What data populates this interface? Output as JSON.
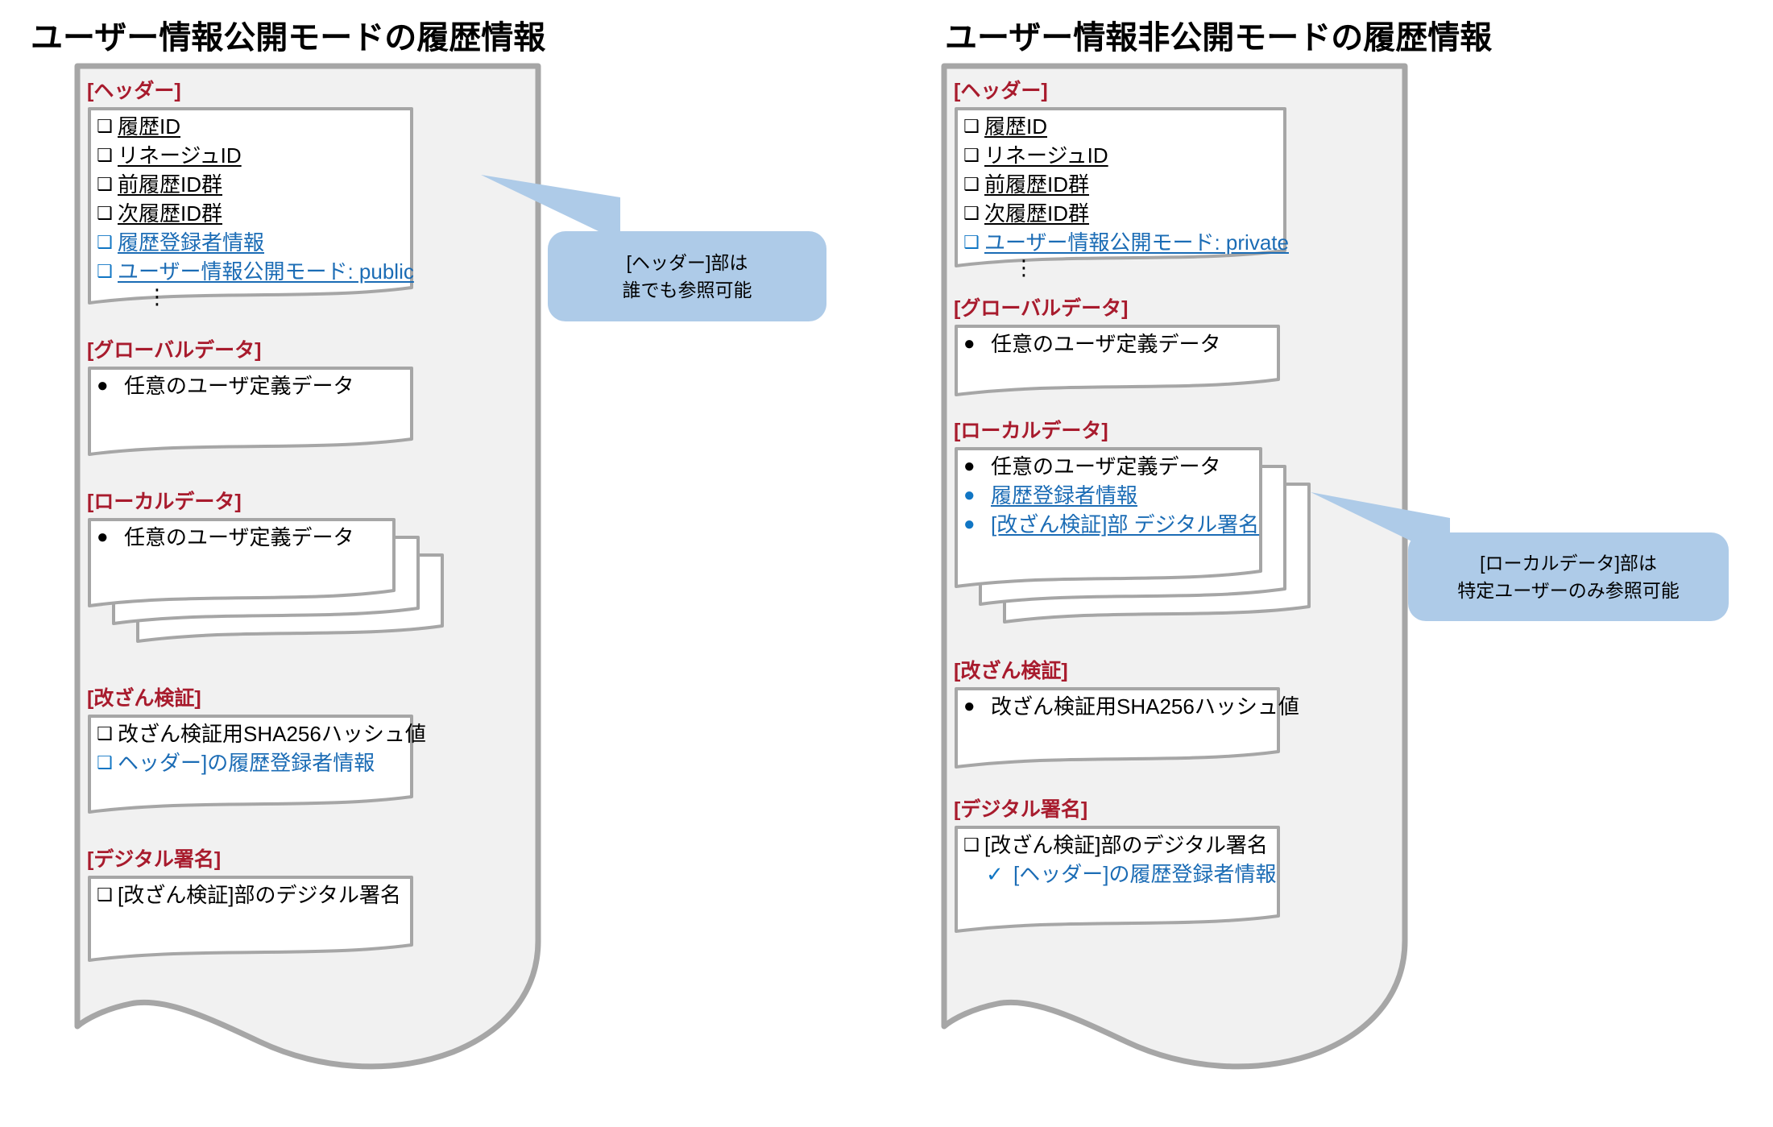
{
  "colors": {
    "section_label": "#A81B2D",
    "link_blue": "#1B6CB5",
    "bullet_blue": "#1176C4",
    "callout_bg": "#AECBE8",
    "scroll_fill": "#F1F1F1",
    "scroll_stroke": "#A6A6A6",
    "card_fill": "#FFFFFF",
    "card_stroke": "#A6A6A6"
  },
  "glyphs": {
    "square": "❑",
    "circle": "●",
    "check": "✓",
    "vdots": "⋮"
  },
  "left_panel": {
    "title": "ユーザー情報公開モードの履歴情報",
    "sections": [
      {
        "label": "[ヘッダー]",
        "items": [
          {
            "bullet": "square",
            "color": "black",
            "underline": true,
            "text": "履歴ID"
          },
          {
            "bullet": "square",
            "color": "black",
            "underline": true,
            "text": "リネージュID"
          },
          {
            "bullet": "square",
            "color": "black",
            "underline": true,
            "text": "前履歴ID群"
          },
          {
            "bullet": "square",
            "color": "black",
            "underline": true,
            "text": "次履歴ID群"
          },
          {
            "bullet": "square",
            "color": "blue",
            "underline": true,
            "text": "履歴登録者情報"
          },
          {
            "bullet": "square",
            "color": "blue",
            "underline": true,
            "text": "ユーザー情報公開モード: public"
          }
        ],
        "ellipsis": "⋮"
      },
      {
        "label": "[グローバルデータ]",
        "items": [
          {
            "bullet": "circle",
            "color": "black",
            "underline": false,
            "text": "任意のユーザ定義データ"
          }
        ]
      },
      {
        "label": "[ローカルデータ]",
        "items": [
          {
            "bullet": "circle",
            "color": "black",
            "underline": false,
            "text": "任意のユーザ定義データ"
          }
        ]
      },
      {
        "label": "[改ざん検証]",
        "items": [
          {
            "bullet": "square",
            "color": "black",
            "underline": false,
            "text": "改ざん検証用SHA256ハッシュ値"
          },
          {
            "bullet": "square",
            "color": "blue",
            "underline": false,
            "text": "ヘッダー]の履歴登録者情報"
          }
        ]
      },
      {
        "label": "[デジタル署名]",
        "items": [
          {
            "bullet": "square",
            "color": "black",
            "underline": false,
            "text": "[改ざん検証]部のデジタル署名"
          }
        ]
      }
    ],
    "callout": {
      "line1": "[ヘッダー]部は",
      "line2": "誰でも参照可能"
    }
  },
  "right_panel": {
    "title": "ユーザー情報非公開モードの履歴情報",
    "sections": [
      {
        "label": "[ヘッダー]",
        "items": [
          {
            "bullet": "square",
            "color": "black",
            "underline": true,
            "text": "履歴ID"
          },
          {
            "bullet": "square",
            "color": "black",
            "underline": true,
            "text": "リネージュID"
          },
          {
            "bullet": "square",
            "color": "black",
            "underline": true,
            "text": "前履歴ID群"
          },
          {
            "bullet": "square",
            "color": "black",
            "underline": true,
            "text": "次履歴ID群"
          },
          {
            "bullet": "square",
            "color": "blue",
            "underline": true,
            "text": "ユーザー情報公開モード: private"
          }
        ],
        "ellipsis": "⋮"
      },
      {
        "label": "[グローバルデータ]",
        "items": [
          {
            "bullet": "circle",
            "color": "black",
            "underline": false,
            "text": "任意のユーザ定義データ"
          }
        ]
      },
      {
        "label": "[ローカルデータ]",
        "items": [
          {
            "bullet": "circle",
            "color": "black",
            "underline": false,
            "text": "任意のユーザ定義データ"
          },
          {
            "bullet": "circle",
            "color": "blue",
            "underline": true,
            "text": "履歴登録者情報"
          },
          {
            "bullet": "circle",
            "color": "blue",
            "underline": true,
            "text": "[改ざん検証]部 デジタル署名"
          }
        ]
      },
      {
        "label": "[改ざん検証]",
        "items": [
          {
            "bullet": "circle",
            "color": "black",
            "underline": false,
            "text": "改ざん検証用SHA256ハッシュ値"
          }
        ]
      },
      {
        "label": "[デジタル署名]",
        "items": [
          {
            "bullet": "square",
            "color": "black",
            "underline": false,
            "text": "[改ざん検証]部のデジタル署名"
          },
          {
            "bullet": "check",
            "color": "blue",
            "underline": false,
            "text": "[ヘッダー]の履歴登録者情報"
          }
        ]
      }
    ],
    "callout": {
      "line1": "[ローカルデータ]部は",
      "line2": "特定ユーザーのみ参照可能"
    }
  }
}
